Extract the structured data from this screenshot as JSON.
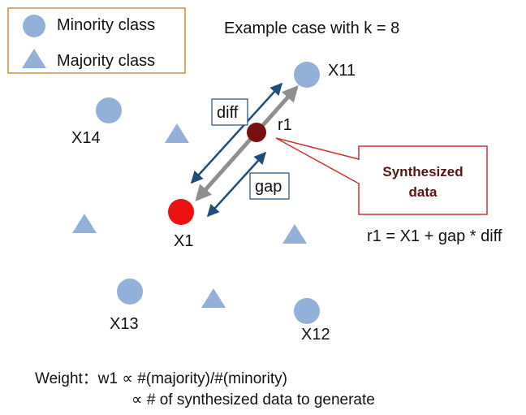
{
  "title": "Example case with k = 8",
  "legend": {
    "minority": "Minority class",
    "majority": "Majority class"
  },
  "points": {
    "x1": "X1",
    "x11": "X11",
    "x12": "X12",
    "x13": "X13",
    "x14": "X14",
    "r1": "r1"
  },
  "boxes": {
    "diff": "diff",
    "gap": "gap"
  },
  "callout": {
    "line1": "Synthesized",
    "line2": "data"
  },
  "formula": "r1 = X1 + gap * diff",
  "weight": {
    "line1": "Weight：w1 ∝ #(majority)/#(minority)",
    "line2": "∝ # of synthesized data to generate"
  },
  "colors": {
    "minority": "#93b0d8",
    "majority": "#93b0d8",
    "x1": "#ee1111",
    "r1": "#7a1010",
    "arrow_blue": "#1f4e79",
    "arrow_gray": "#8f8f8f",
    "legend_border": "#d28a3c",
    "callout_border": "#cc3333"
  }
}
